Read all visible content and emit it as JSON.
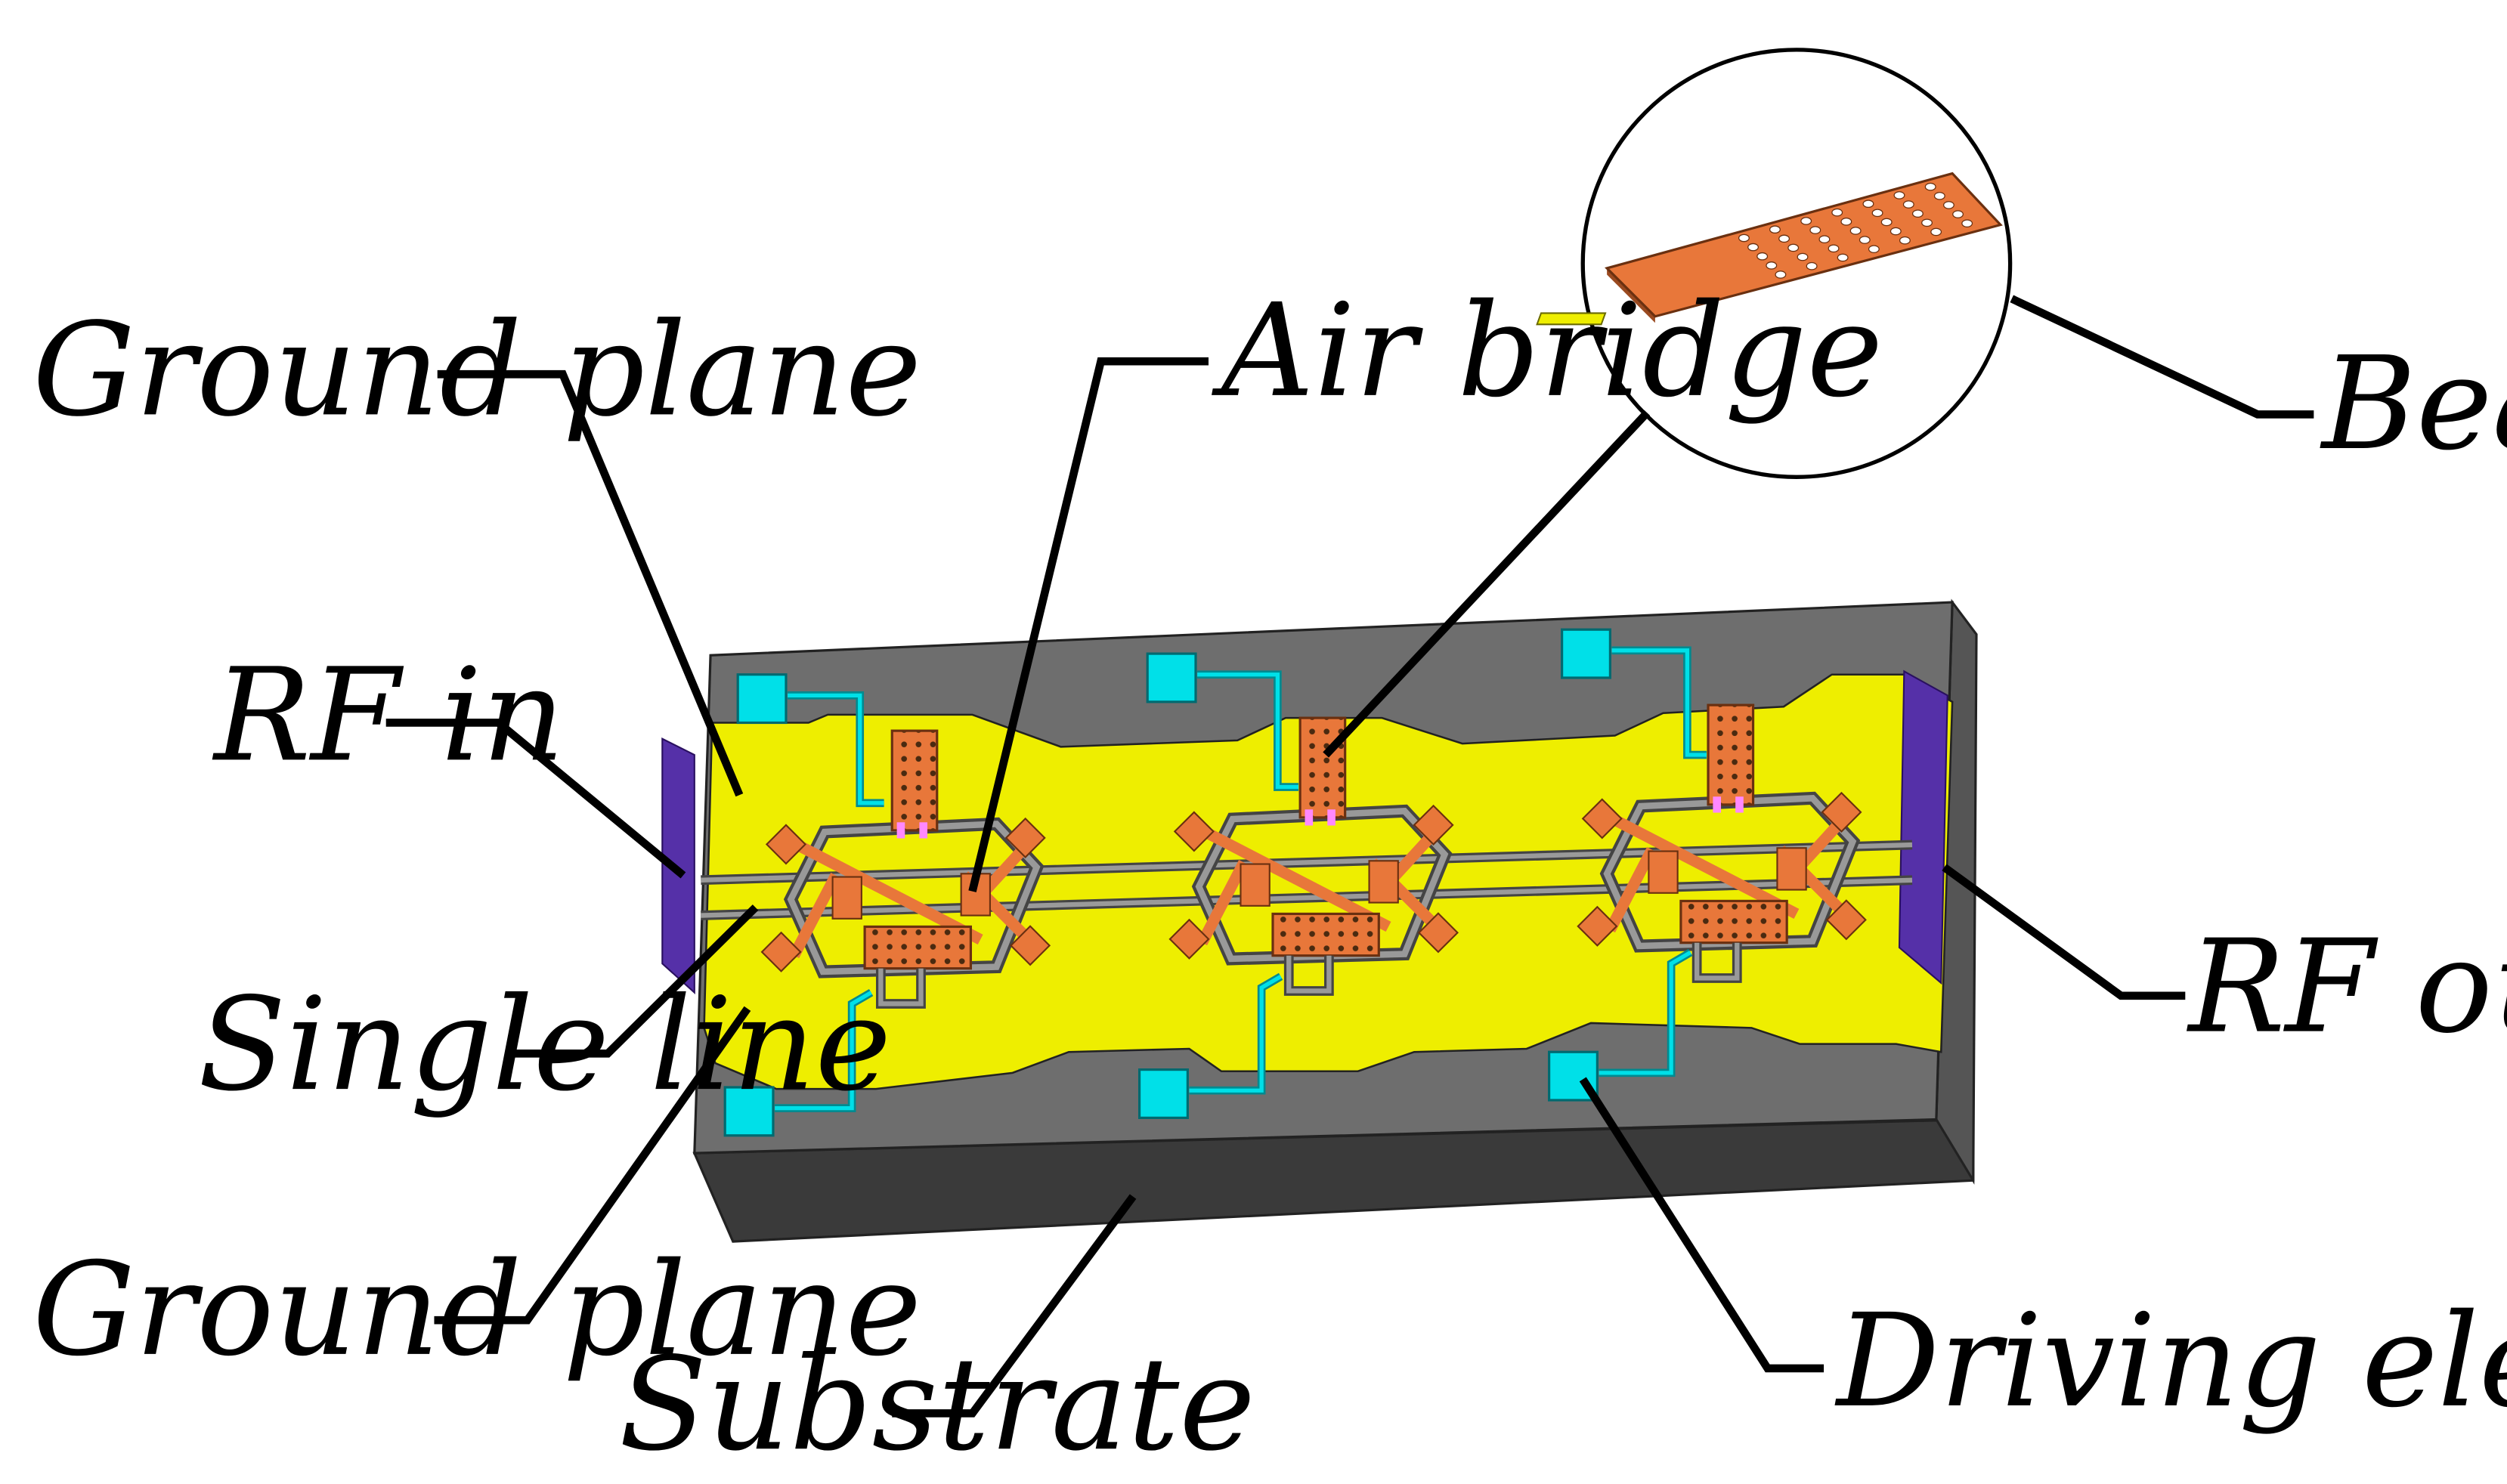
{
  "labels": {
    "ground_plane_top": "Ground plane",
    "air_bridge": "Air bridge",
    "beam": "Beam",
    "rf_in": "RF in",
    "rf_out": "RF out",
    "single_line": "Single line",
    "ground_plane_bottom": "Ground plane",
    "substrate": "Substrate",
    "driving_electrode": "Driving electrode"
  },
  "colors": {
    "background": "#ffffff",
    "substrate_top": "#6e6e6e",
    "substrate_front": "#3a3a3a",
    "substrate_side": "#555555",
    "ground_plane": "#eeee00",
    "signal_line": "#808080",
    "beam": "#e8773a",
    "driving_electrode": "#00e0e8",
    "port": "#5530a8",
    "anchor_link": "#ff88ff"
  },
  "switch_count": 3
}
